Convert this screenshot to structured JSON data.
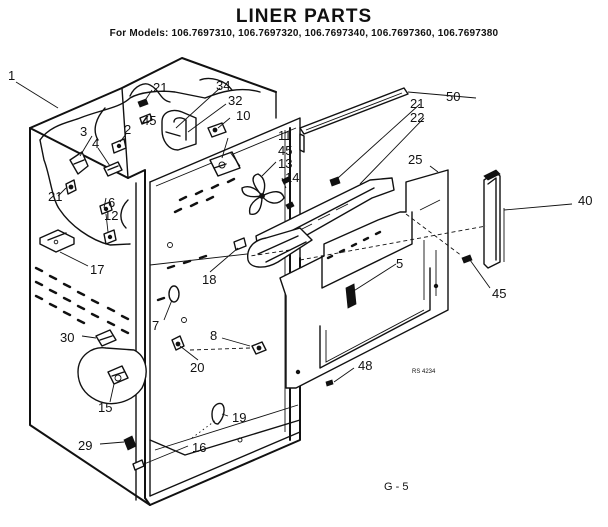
{
  "title": "LINER PARTS",
  "models_line": "For Models: 106.7697310, 106.7697320, 106.7697340, 106.7697360, 106.7697380",
  "callouts": [
    "1",
    "21",
    "34",
    "32",
    "2",
    "45",
    "10",
    "3",
    "4",
    "11",
    "45",
    "13",
    "14",
    "21",
    "6",
    "12",
    "17",
    "18",
    "50",
    "21",
    "22",
    "25",
    "40",
    "5",
    "45",
    "7",
    "8",
    "30",
    "20",
    "48",
    "15",
    "19",
    "16",
    "29"
  ],
  "code_mark": "RS 4234",
  "page_mark": "G - 5"
}
